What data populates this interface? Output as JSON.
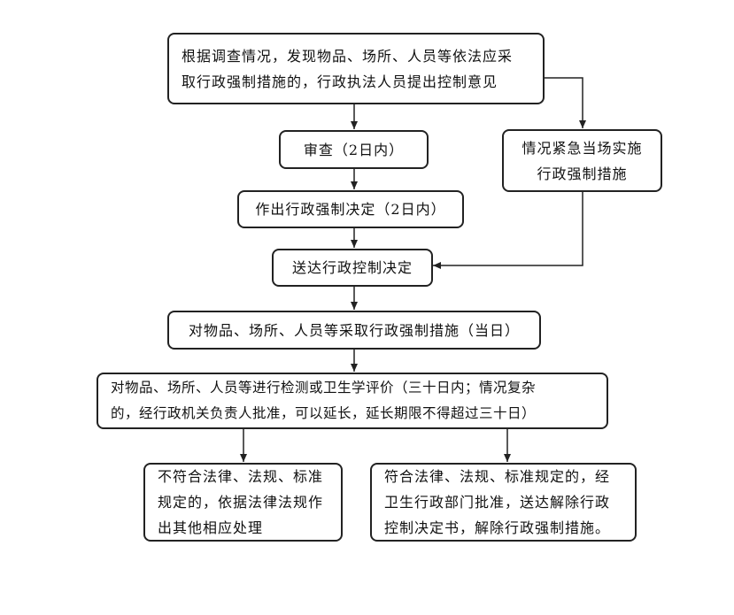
{
  "nodes": {
    "n1": {
      "lines": [
        "根据调查情况，发现物品、场所、人员等依法应采",
        "取行政强制措施的，行政执法人员提出控制意见"
      ]
    },
    "n2": {
      "text": "审查（2日内）"
    },
    "n3": {
      "lines": [
        "情况紧急当场实施",
        "行政强制措施"
      ]
    },
    "n4": {
      "text": "作出行政强制决定（2日内）"
    },
    "n5": {
      "text": "送达行政控制决定"
    },
    "n6": {
      "text": "对物品、场所、人员等采取行政强制措施（当日）"
    },
    "n7": {
      "lines": [
        "对物品、场所、人员等进行检测或卫生学评价（三十日内；情况复杂",
        "的，经行政机关负责人批准，可以延长，延长期限不得超过三十日）"
      ]
    },
    "n8": {
      "lines": [
        "不符合法律、法规、标准",
        "规定的，依据法律法规作",
        "出其他相应处理"
      ]
    },
    "n9": {
      "lines": [
        "符合法律、法规、标准规定的，经",
        "卫生行政部门批准，送达解除行政",
        "控制决定书，解除行政强制措施。"
      ]
    }
  }
}
